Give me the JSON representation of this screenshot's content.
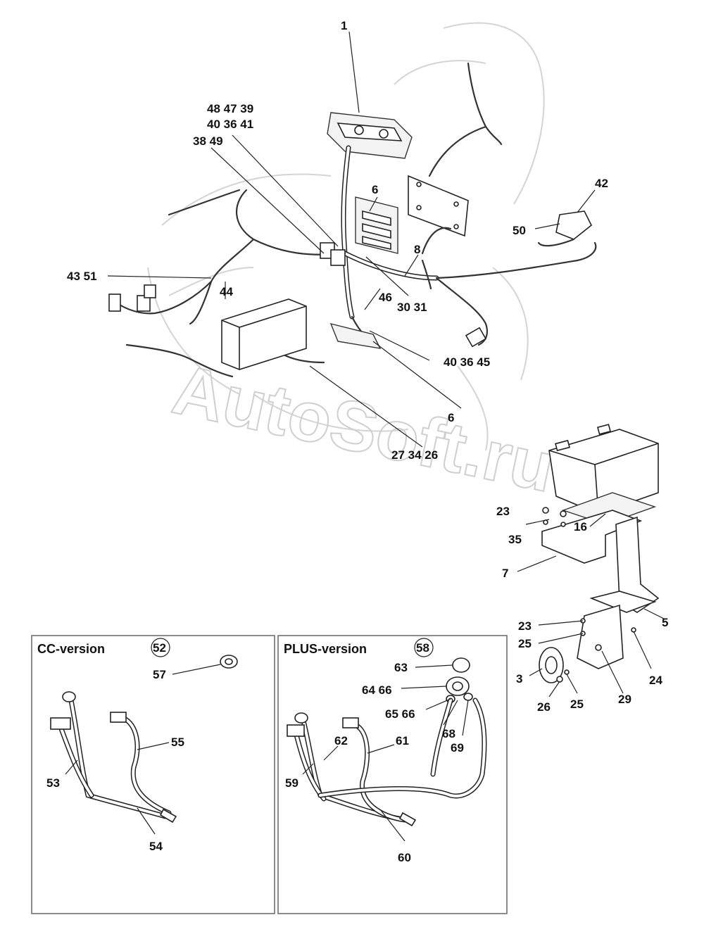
{
  "watermark": "AutoSoft.ru",
  "panels": {
    "cc": {
      "title": "CC-version",
      "badge": "52"
    },
    "plus": {
      "title": "PLUS-version",
      "badge": "58"
    }
  },
  "callouts": {
    "c1": "1",
    "c48_47_39": "48 47 39",
    "c40_36_41": "40 36 41",
    "c38_49": "38 49",
    "c6a": "6",
    "c42": "42",
    "c50": "50",
    "c8": "8",
    "c43_51": "43 51",
    "c44": "44",
    "c46": "46",
    "c30_31": "30 31",
    "c40_36_45": "40 36 45",
    "c6b": "6",
    "c27_34_26": "27 34 26",
    "c23a": "23",
    "c35": "35",
    "c16": "16",
    "c7": "7",
    "c5": "5",
    "c23b": "23",
    "c25a": "25",
    "c24": "24",
    "c3": "3",
    "c29": "29",
    "c26": "26",
    "c25b": "25",
    "c57": "57",
    "c55": "55",
    "c53": "53",
    "c54": "54",
    "c63": "63",
    "c64_66": "64 66",
    "c65_66": "65 66",
    "c68": "68",
    "c69": "69",
    "c62": "62",
    "c61": "61",
    "c59": "59",
    "c60": "60"
  }
}
